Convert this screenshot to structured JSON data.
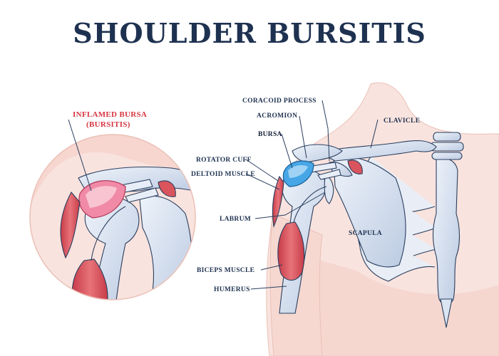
{
  "title": "SHOULDER BURSITIS",
  "labels": {
    "inflamed_bursa_line1": "INFLAMED BURSA",
    "inflamed_bursa_line2": "(BURSITIS)",
    "coracoid_process": "CORACOID PROCESS",
    "acromion": "ACROMION",
    "clavicle": "CLAVICLE",
    "bursa": "BURSA",
    "rotator_cuff": "ROTATOR CUFF",
    "deltoid_muscle": "DELTOID MUSCLE",
    "scapula": "SCAPULA",
    "labrum": "LABRUM",
    "biceps_muscle": "BICEPS MUSCLE",
    "humerus": "HUMERUS"
  },
  "colors": {
    "title": "#1e3150",
    "label": "#1e3150",
    "highlight_label": "#d6343f",
    "skin": "#f7ddd7",
    "skin_dark": "#efc3ba",
    "bone": "#cdd9eb",
    "muscle": "#d9545c",
    "bursa": "#46a6e6",
    "inflamed_bursa": "#f08aa6"
  }
}
